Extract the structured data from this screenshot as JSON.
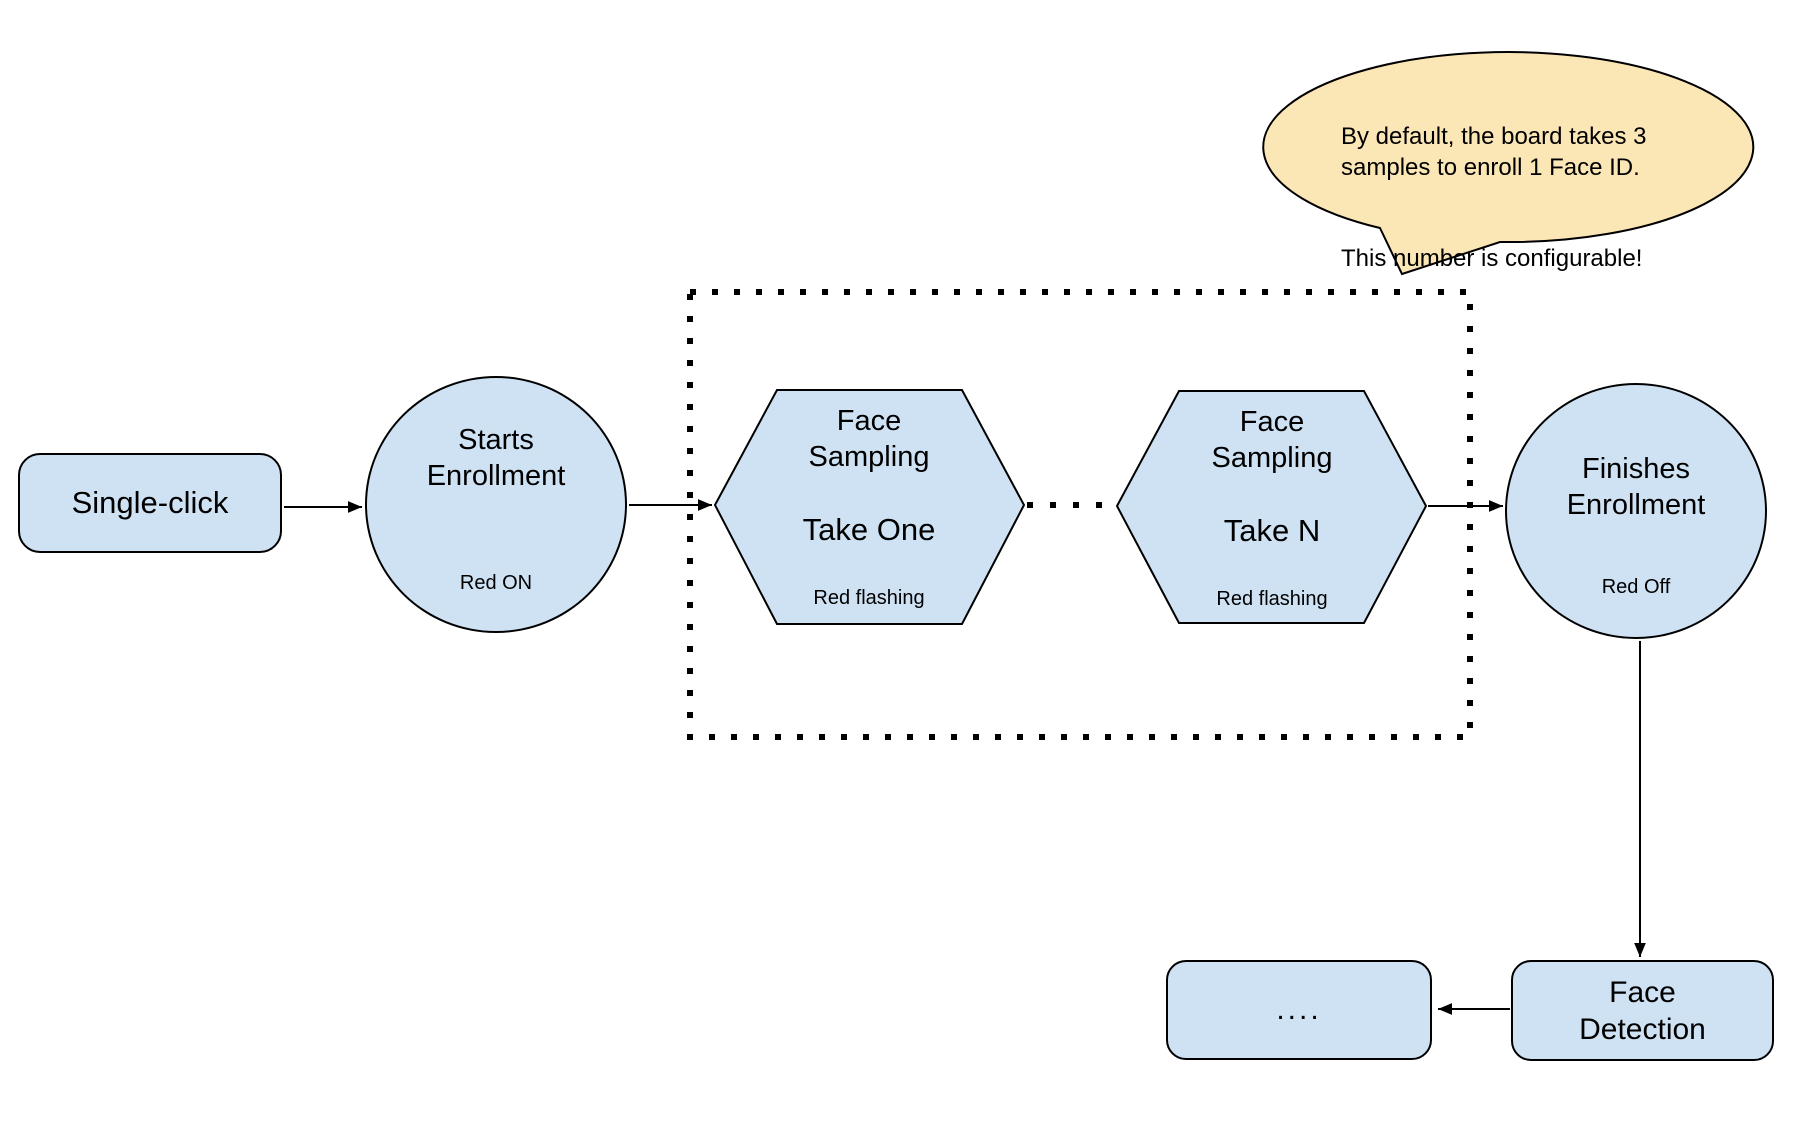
{
  "colors": {
    "node_fill": "#cfe2f3",
    "node_stroke": "#000000",
    "callout_fill": "#fbe6b6",
    "callout_stroke": "#000000",
    "connector": "#000000"
  },
  "callout": {
    "text_line1": "By default, the board takes 3\nsamples to enroll 1 Face ID.",
    "text_line2": "This number is configurable!"
  },
  "nodes": {
    "single_click": {
      "label": "Single-click"
    },
    "starts_enrollment": {
      "title": "Starts\nEnrollment",
      "status": "Red ON"
    },
    "face_sampling_1": {
      "title": "Face\nSampling",
      "take": "Take One",
      "status": "Red flashing"
    },
    "face_sampling_n": {
      "title": "Face\nSampling",
      "take": "Take N",
      "status": "Red flashing"
    },
    "finishes_enrollment": {
      "title": "Finishes\nEnrollment",
      "status": "Red Off"
    },
    "face_detection": {
      "label": "Face\nDetection"
    },
    "more": {
      "label": "...."
    }
  }
}
